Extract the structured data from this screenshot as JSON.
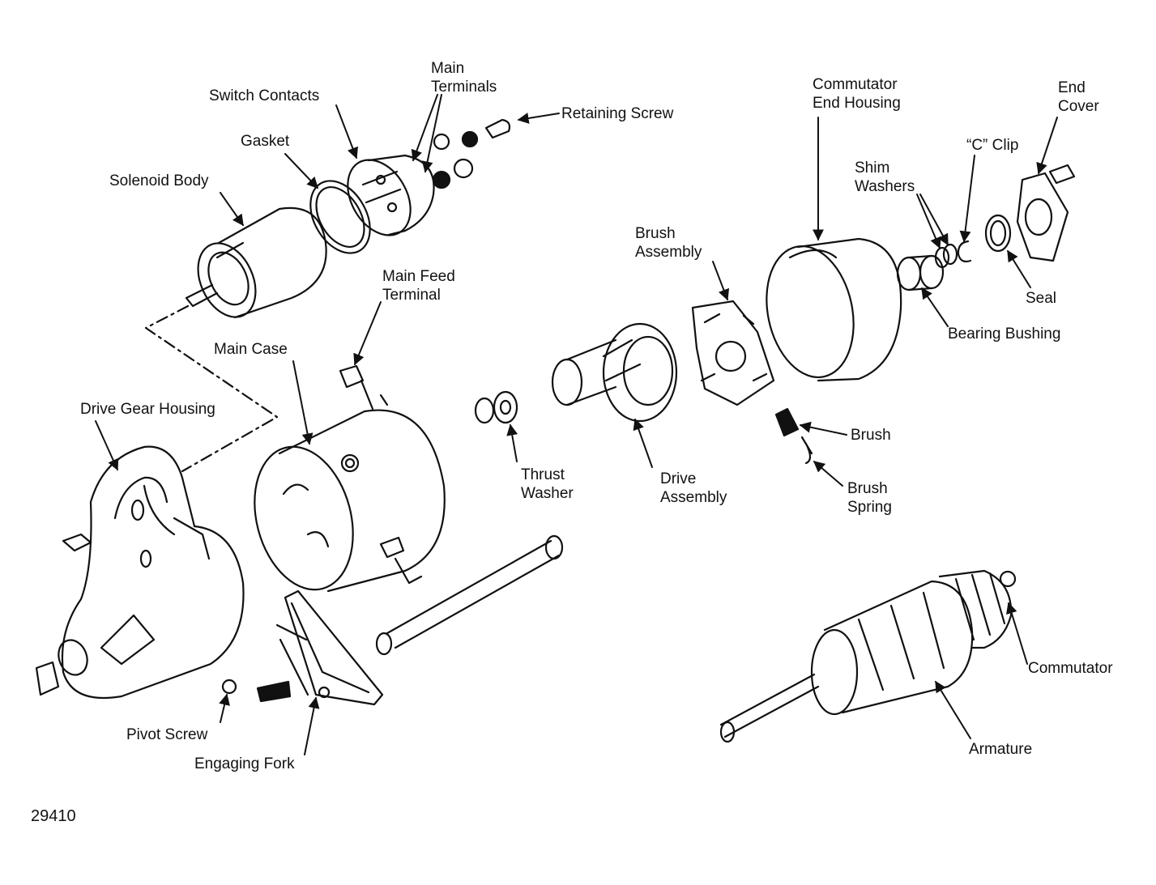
{
  "figure_number": "29410",
  "colors": {
    "ink": "#111111",
    "background": "#ffffff"
  },
  "labels": {
    "main_terminals": [
      "Main",
      "Terminals"
    ],
    "switch_contacts": "Switch Contacts",
    "retaining_screw": "Retaining Screw",
    "gasket": "Gasket",
    "solenoid_body": "Solenoid Body",
    "main_feed_terminal": [
      "Main Feed",
      "Terminal"
    ],
    "main_case": "Main Case",
    "drive_gear_housing": "Drive Gear Housing",
    "commutator_end_housing": [
      "Commutator",
      "End Housing"
    ],
    "end_cover": [
      "End",
      "Cover"
    ],
    "c_clip": "“C” Clip",
    "shim_washers": [
      "Shim",
      "Washers"
    ],
    "brush_assembly": [
      "Brush",
      "Assembly"
    ],
    "seal": "Seal",
    "bearing_bushing": "Bearing Bushing",
    "brush": "Brush",
    "brush_spring": [
      "Brush",
      "Spring"
    ],
    "thrust_washer": [
      "Thrust",
      "Washer"
    ],
    "drive_assembly": [
      "Drive",
      "Assembly"
    ],
    "commutator": "Commutator",
    "armature": "Armature",
    "pivot_screw": "Pivot Screw",
    "engaging_fork": "Engaging Fork"
  }
}
